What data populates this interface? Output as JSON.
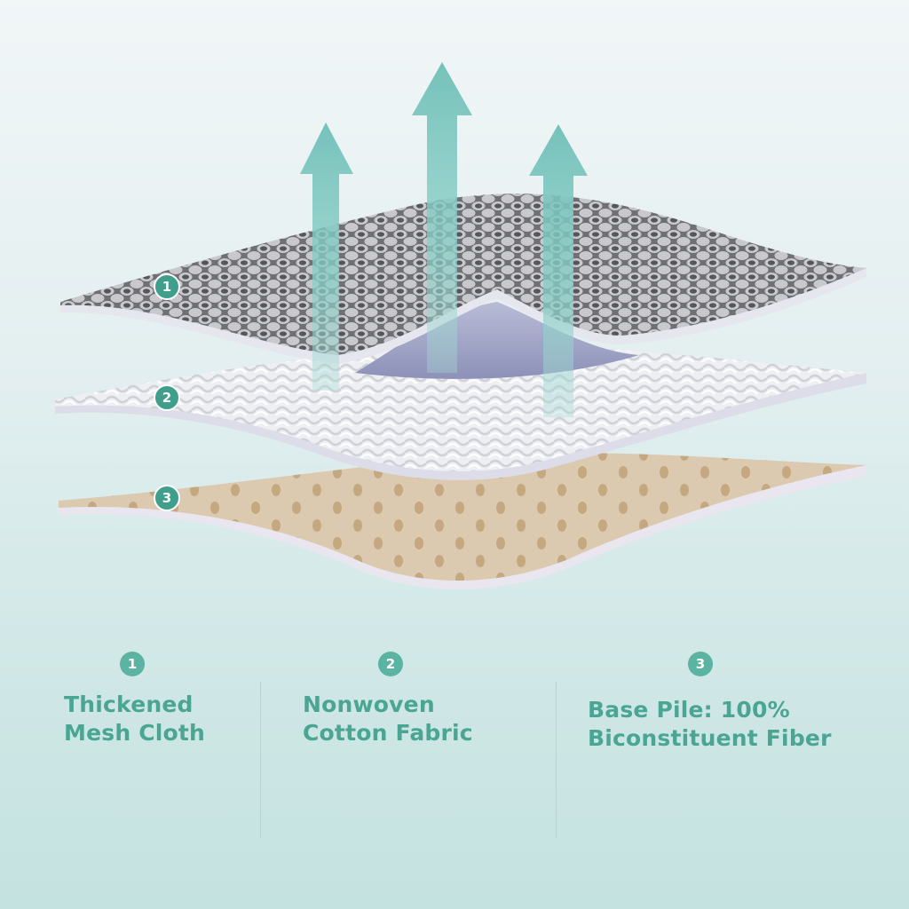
{
  "layers": [
    {
      "number": "1",
      "name": "layer-mesh"
    },
    {
      "number": "2",
      "name": "layer-nonwoven"
    },
    {
      "number": "3",
      "name": "layer-base"
    }
  ],
  "captions": [
    {
      "number": "1",
      "line1": "Thickened",
      "line2": "Mesh Cloth"
    },
    {
      "number": "2",
      "line1": "Nonwoven",
      "line2": "Cotton Fabric"
    },
    {
      "number": "3",
      "line1": "Base Pile: 100%",
      "line2": "Biconstituent Fiber"
    }
  ],
  "colors": {
    "accent": "#4aa593",
    "badge": "#3f9f8c",
    "arrow": "#7fc7bf",
    "mesh": "#8e8e92",
    "nonwoven": "#f4f5f8",
    "base": "#d9c6a8",
    "dots": "#c8ad85"
  },
  "icons": [
    "arrow-up-icon"
  ]
}
